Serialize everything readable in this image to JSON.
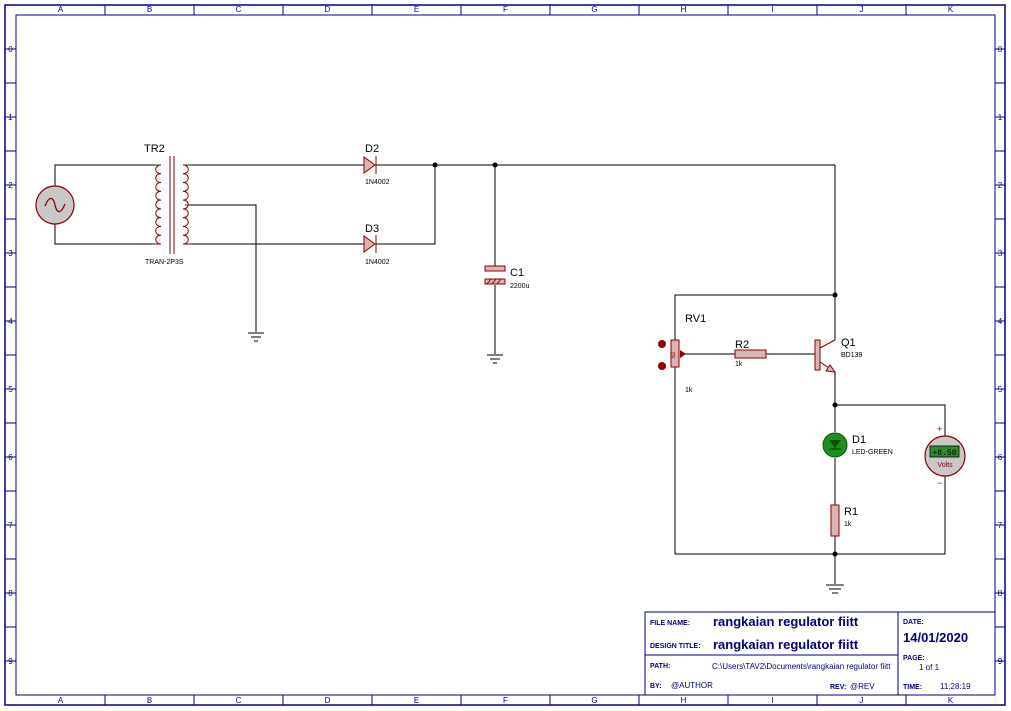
{
  "border": {
    "columns": [
      "A",
      "B",
      "C",
      "D",
      "E",
      "F",
      "G",
      "H",
      "I",
      "J",
      "K"
    ],
    "rows": [
      "0",
      "1",
      "2",
      "3",
      "4",
      "5",
      "6",
      "7",
      "8",
      "9"
    ]
  },
  "components": {
    "tr2": {
      "ref": "TR2",
      "value": "TRAN-2P3S"
    },
    "d2": {
      "ref": "D2",
      "value": "1N4002"
    },
    "d3": {
      "ref": "D3",
      "value": "1N4002"
    },
    "c1": {
      "ref": "C1",
      "value": "2200u"
    },
    "rv1": {
      "ref": "RV1",
      "value": "1k",
      "wiper": "82"
    },
    "r2": {
      "ref": "R2",
      "value": "1k"
    },
    "q1": {
      "ref": "Q1",
      "value": "BD139"
    },
    "d1": {
      "ref": "D1",
      "value": "LED-GREEN"
    },
    "r1": {
      "ref": "R1",
      "value": "1k"
    },
    "voltmeter": {
      "reading": "+8.58",
      "unit": "Volts",
      "plus": "+",
      "minus": "−"
    }
  },
  "title_block": {
    "file_name_label": "FILE NAME:",
    "file_name": "rangkaian regulator fiitt",
    "design_title_label": "DESIGN TITLE:",
    "design_title": "rangkaian regulator fiitt",
    "path_label": "PATH:",
    "path": "C:\\Users\\TAV2\\Documents\\rangkaian regulator fiitt",
    "by_label": "BY:",
    "by": "@AUTHOR",
    "rev_label": "REV:",
    "rev": "@REV",
    "date_label": "DATE:",
    "date": "14/01/2020",
    "page_label": "PAGE:",
    "page": "1 of 1",
    "time_label": "TIME:",
    "time": "11:28:19"
  },
  "colors": {
    "frame": "#000080",
    "component_outline": "#8b0000",
    "component_fill": "#d8b4b4",
    "wire": "#000000",
    "led": "#1f8f1f",
    "meter_display": "#2e8b2e"
  }
}
